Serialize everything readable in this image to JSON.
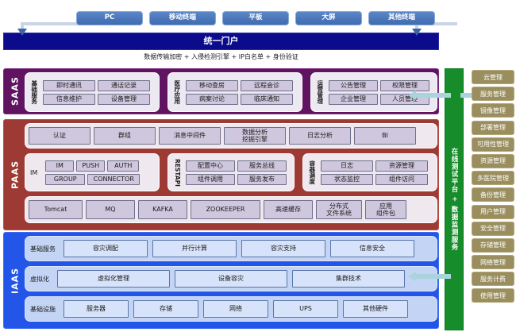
{
  "terminals": {
    "items": [
      {
        "label": "PC"
      },
      {
        "label": "移动终端"
      },
      {
        "label": "平板"
      },
      {
        "label": "大屏"
      },
      {
        "label": "其他终端"
      }
    ]
  },
  "portal": {
    "title": "统一门户",
    "subtitle": "数据传输加密 + 入侵检测引擎 + IP白名单 + 身份验证",
    "color": "#0b0b8c"
  },
  "layers": [
    {
      "name": "SAAS",
      "color": "#5f1360",
      "groups": [
        {
          "vlabel": "基础服务",
          "cells": [
            "即时通讯",
            "通话记录",
            "信息维护",
            "设备管理"
          ]
        },
        {
          "vlabel": "医疗应用",
          "cells": [
            "移动查房",
            "远程会诊",
            "病案讨论",
            "临床通知"
          ]
        },
        {
          "vlabel": "运营管理",
          "cells": [
            "公告管理",
            "权限管理",
            "企业管理",
            "人员管理"
          ]
        }
      ]
    },
    {
      "name": "PAAS",
      "color": "#9d3a34",
      "row_top": [
        "认证",
        "群组",
        "消息中间件",
        "数据分析\n挖掘引擎",
        "日志分析",
        "BI"
      ],
      "groups": [
        {
          "hlabel": "IM",
          "cells": [
            "IM",
            "PUSH",
            "AUTH",
            "GROUP",
            "CONNECTOR"
          ]
        },
        {
          "vlabel": "RESTAPI",
          "cells": [
            "配置中心",
            "服务总线",
            "组件调用",
            "服务发布"
          ]
        },
        {
          "vlabel": "容器调度",
          "cells": [
            "日志",
            "资源管理",
            "状态监控",
            "组件访问"
          ]
        }
      ],
      "row_bottom": [
        "Tomcat",
        "MQ",
        "KAFKA",
        "ZOOKEEPER",
        "高速缓存",
        "分布式\n文件系统",
        "应用\n组件包"
      ]
    },
    {
      "name": "IAAS",
      "color": "#2255e8",
      "rows": [
        {
          "label": "基础服务",
          "cells": [
            "容灾调配",
            "并行计算",
            "容灾支持",
            "信息安全"
          ]
        },
        {
          "label": "虚拟化",
          "cells": [
            "虚拟化管理",
            "设备容灾",
            "集群技术"
          ]
        },
        {
          "label": "基础设施",
          "cells": [
            "服务器",
            "存储",
            "网络",
            "UPS",
            "其他硬件"
          ]
        }
      ]
    }
  ],
  "testbar": {
    "label": "在线测试平台 + 数据监测服务",
    "color": "#168c2a"
  },
  "management": {
    "items": [
      {
        "label": "云管理"
      },
      {
        "label": "服务管理"
      },
      {
        "label": "镜像管理"
      },
      {
        "label": "部署管理"
      },
      {
        "label": "可用性管理"
      },
      {
        "label": "资源管理"
      },
      {
        "label": "多医院管理"
      },
      {
        "label": "备份管理"
      },
      {
        "label": "用户管理"
      },
      {
        "label": "安全管理"
      },
      {
        "label": "存储管理"
      },
      {
        "label": "网络管理"
      },
      {
        "label": "服务计费"
      },
      {
        "label": "使用管理"
      }
    ],
    "color": "#9a8e5e"
  }
}
